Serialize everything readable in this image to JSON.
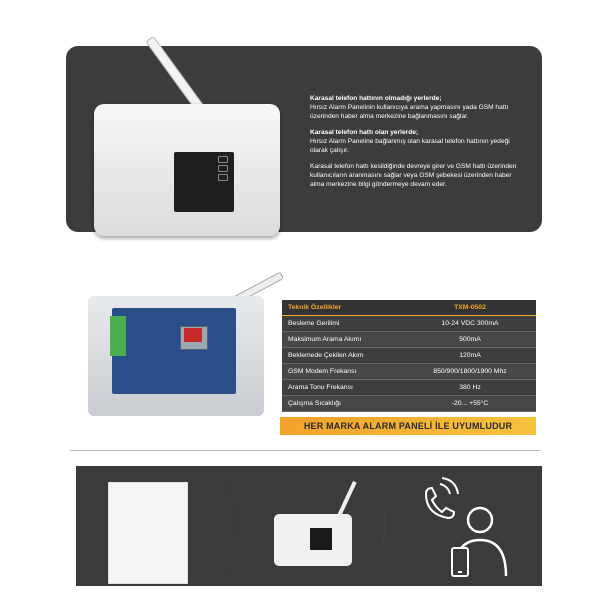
{
  "top_panel": {
    "p1_heading": "Karasal telefon hattının olmadığı yerlerde;",
    "p1_body": "Hırsız Alarm Panelinin kullanıcıya arama yapmasını yada GSM hattı üzerinden haber alma merkezine bağlanmasını sağlar.",
    "p2_heading": "Karasal telefon hattı olan yerlerde;",
    "p2_body": "Hırsız Alarm Paneline bağlanmış olan karasal telefon hattının yedeği olarak çalışır.",
    "p3_body": "Karasal telefon hattı kesildiğinde devreye girer ve GSM hattı üzerinden kullanıcıların aranmasını sağlar veya GSM şebekesi üzerinden haber alma merkezine bilgi göndermeye devam eder."
  },
  "specs": {
    "header_left": "Teknik Özellikler",
    "header_right": "TXM-0502",
    "rows": [
      {
        "label": "Besleme Gerilimi",
        "value": "10-24 VDC 300mA"
      },
      {
        "label": "Maksimum Arama Akımı",
        "value": "500mA"
      },
      {
        "label": "Beklemede Çekilen Akım",
        "value": "120mA"
      },
      {
        "label": "GSM Modem Frekansı",
        "value": "850/900/1800/1900 Mhz"
      },
      {
        "label": "Arama Tonu Frekansı",
        "value": "380 Hz"
      },
      {
        "label": "Çalışma Sıcaklığı",
        "value": "-20... +55°C"
      }
    ]
  },
  "banner": "HER MARKA ALARM PANELİ İLE UYUMLUDUR",
  "icons": {
    "phone": "phone-call-icon",
    "user": "user-icon",
    "mobile": "mobile-phone-icon"
  },
  "colors": {
    "dark": "#3a3b3a",
    "accent": "#f5a623"
  }
}
